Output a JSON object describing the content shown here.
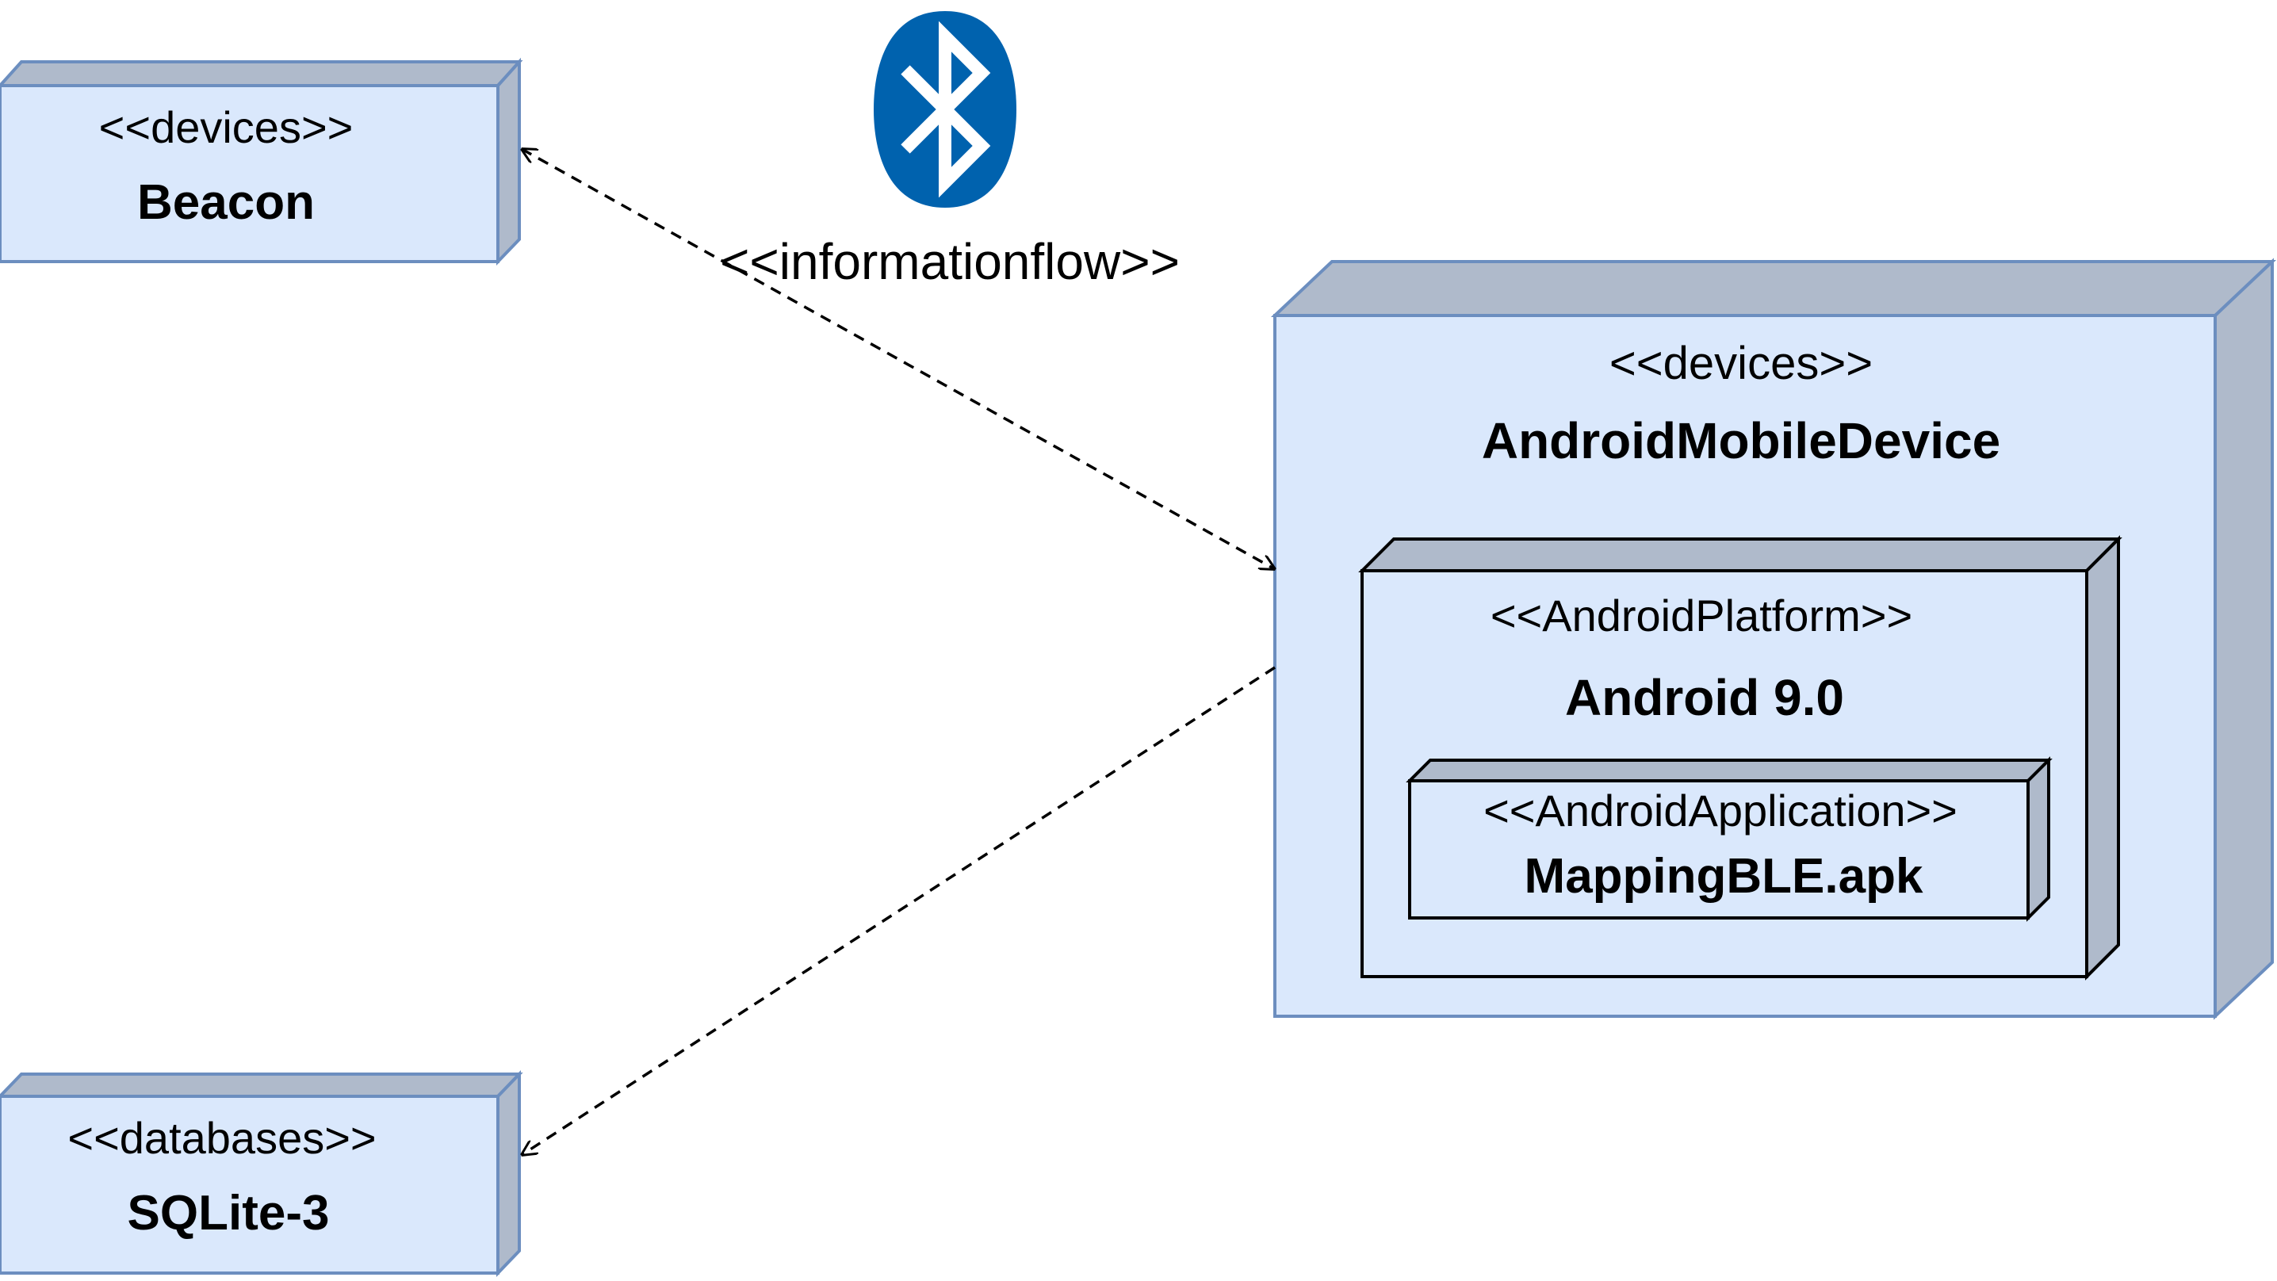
{
  "nodes": {
    "beacon": {
      "stereotype": "<<devices>>",
      "name": "Beacon"
    },
    "android_device": {
      "stereotype": "<<devices>>",
      "name": "AndroidMobileDevice"
    },
    "android_platform": {
      "stereotype": "<<AndroidPlatform>>",
      "name": "Android 9.0"
    },
    "android_app": {
      "stereotype": "<<AndroidApplication>>",
      "name": "MappingBLE.apk"
    },
    "database": {
      "stereotype": "<<databases>>",
      "name": "SQLite-3"
    }
  },
  "flows": {
    "beacon_to_device": {
      "label": "<<informationflow>>"
    }
  },
  "icons": {
    "bluetooth": "bluetooth-icon"
  },
  "colors": {
    "node_fill": "#dae8fc",
    "node_side": "#afbacb",
    "node_stroke": "#6c8ebf",
    "bluetooth_blue": "#0062ae"
  }
}
